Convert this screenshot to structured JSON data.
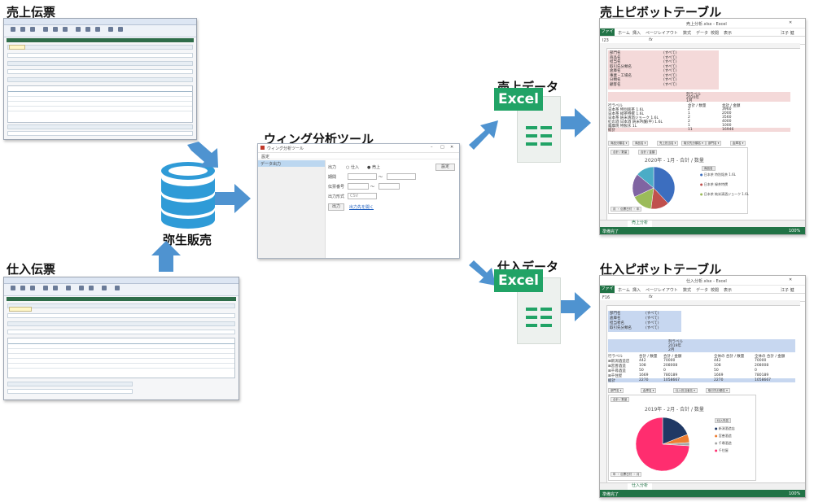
{
  "labels": {
    "sales_slip": "売上伝票",
    "purchase_slip": "仕入伝票",
    "yayoi": "弥生販売",
    "wing_tool": "ウィング分析ツール",
    "sales_data": "売上データ",
    "purchase_data": "仕入データ",
    "sales_pivot": "売上ピボットテーブル",
    "purchase_pivot": "仕入ピボットテーブル",
    "excel": "Excel"
  },
  "colors": {
    "arrow": "#4f93d0",
    "db_blue": "#2f9bd7",
    "excel_green": "#21a366",
    "excel_dark": "#217346",
    "slip_green": "#2f6d4a",
    "sales_pivot_fill": "#f4d9d9",
    "purchase_pivot_fill": "#c7d7f0"
  },
  "wing": {
    "window_title": "ウィング分析ツール",
    "menu": "設定",
    "sidebar_item": "データ出力",
    "output_label": "出力",
    "radio_purchase": "仕入",
    "radio_sales": "売上",
    "period_label": "期間",
    "slip_no_label": "伝票番号",
    "format_label": "出力形式",
    "format_value": "CSV",
    "output_button": "出力",
    "output_link": "出力先を開く",
    "settings_button": "設定"
  },
  "sales_excel": {
    "title": "売上分析.xlsx - Excel",
    "tabs": [
      "ファイル",
      "ホーム",
      "挿入",
      "ページレイアウト",
      "数式",
      "データ",
      "校閲",
      "表示"
    ],
    "user": "江子 健",
    "name_box": "I23",
    "filters": [
      {
        "label": "部門名",
        "value": "(すべて)"
      },
      {
        "label": "商品名",
        "value": "(すべて)"
      },
      {
        "label": "担当名",
        "value": "(すべて)"
      },
      {
        "label": "取引先分類名",
        "value": "(すべて)"
      },
      {
        "label": "倉庫名",
        "value": "(すべて)"
      },
      {
        "label": "事業・工場名",
        "value": "(すべて)"
      },
      {
        "label": "分類名",
        "value": "(すべて)"
      },
      {
        "label": "顧客名",
        "value": "(すべて)"
      }
    ],
    "column_label": "列ラベル",
    "year": "2020年",
    "month": "1月",
    "header_row": [
      "行ラベル",
      "合計 / 数量",
      "合計 / 金額"
    ],
    "rows": [
      [
        "日本茶 特別銘茶 1.6L",
        "2",
        "3960"
      ],
      [
        "日本茶 緑茶特撰 1.6L",
        "1",
        "2000"
      ],
      [
        "日本茶 純米清酒ジョーク 1.6L",
        "2",
        "3560"
      ],
      [
        "紅の酒 日本酒 純米吟醸(平) 1.6L",
        "2",
        "4000"
      ],
      [
        "薩摩焼 特製水 1L",
        "1",
        "1000"
      ]
    ],
    "total_row": [
      "総計",
      "11",
      "16946"
    ],
    "slicers": [
      "商品分類名",
      "商品名",
      "売上担当名",
      "取引先分類名",
      "部門名",
      "倉庫名"
    ],
    "chart_header": [
      "合計 / 数量",
      "合計 / 金額"
    ],
    "chart_title": "2020年 - 1月 - 合計 / 数量",
    "legend_field": "商品名",
    "legend": [
      "日本茶 特別銘茶 1.6L",
      "日本茶 緑茶特撰",
      "日本茶 純米清酒ジョーク 1.6L"
    ],
    "pie_colors": [
      "#3c6ebf",
      "#c0504d",
      "#9bbb59",
      "#8064a2",
      "#4bacc6"
    ],
    "pie_values": [
      0.38,
      0.14,
      0.16,
      0.18,
      0.14
    ],
    "axis_field": "月 ・ 伝票日付 ・ 年",
    "sheet_tab": "売上分析",
    "status": "準備完了",
    "zoom": "100%"
  },
  "purchase_excel": {
    "title": "仕入分析.xlsx - Excel",
    "tabs": [
      "ファイル",
      "ホーム",
      "挿入",
      "ページレイアウト",
      "数式",
      "データ",
      "校閲",
      "表示"
    ],
    "user": "江子 健",
    "name_box": "F16",
    "filters": [
      {
        "label": "部門名",
        "value": "(すべて)"
      },
      {
        "label": "倉庫名",
        "value": "(すべて)"
      },
      {
        "label": "担当者名",
        "value": "(すべて)"
      },
      {
        "label": "取引先分類名",
        "value": "(すべて)"
      }
    ],
    "column_label": "列ラベル",
    "year": "2019年",
    "month": "2月",
    "header_row": [
      "行ラベル",
      "合計 / 数量",
      "合計 / 金額",
      "全体の 合計 / 数量",
      "全体の 合計 / 金額"
    ],
    "rows": [
      [
        "⊞新潟酒造店",
        "442",
        "70000",
        "442",
        "70000"
      ],
      [
        "⊞宮善酒造",
        "108",
        "208008",
        "108",
        "208008"
      ],
      [
        "⊞千尋酒造",
        "50",
        "0",
        "50",
        "0"
      ],
      [
        "⊞千住屋",
        "1669",
        "780189",
        "1669",
        "780189"
      ]
    ],
    "total_row": [
      "総計",
      "2270",
      "1058667",
      "2270",
      "1058667"
    ],
    "slicers": [
      "部門名",
      "倉庫名",
      "仕入担当者名",
      "取引先分類名"
    ],
    "chart_header": [
      "合計 / 数量"
    ],
    "chart_title": "2019年 - 2月 - 合計 / 数量",
    "legend_field": "仕入先名",
    "legend": [
      "新潟酒造店",
      "宮善酒造",
      "千尋酒造",
      "千住屋"
    ],
    "pie_colors": [
      "#1f3864",
      "#ed7d31",
      "#a5a5a5",
      "#ff2d6f"
    ],
    "pie_values": [
      0.19,
      0.05,
      0.02,
      0.74
    ],
    "axis_field": "年 ・ 伝票日付 ・ 月",
    "sheet_tab": "仕入分析",
    "status": "準備完了",
    "zoom": "100%"
  }
}
